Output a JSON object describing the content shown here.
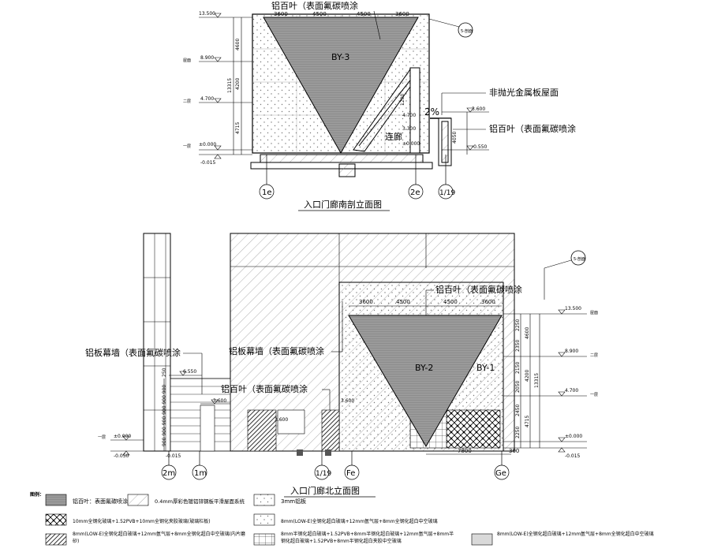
{
  "south": {
    "title": "入口门廊南剖立面图",
    "levels": [
      "13.500",
      "8.900",
      "4.700",
      "±0.000",
      "-0.015"
    ],
    "level_tags": [
      "屋面",
      "二层",
      "一层"
    ],
    "top_dims": [
      "3600",
      "4500",
      "4500",
      "3600"
    ],
    "side_dims": [
      "4600",
      "4200",
      "13315",
      "4715"
    ],
    "panel_label": "BY-3",
    "callout_louver_top": "铝百叶（表面氟碳喷涂",
    "callout_roof": "非抛光金属板屋面",
    "callout_louver_right": "铝百叶（表面氟碳喷涂",
    "corridor_label": "连廊",
    "slope": "2%",
    "small_levels": [
      "3.600",
      "4.700",
      "3.300",
      "±0.000",
      "-0.550"
    ],
    "small_dims": [
      "1200",
      "4050"
    ],
    "section_tag": "5-剖面",
    "axes": [
      "1e",
      "2e",
      "1/19"
    ]
  },
  "north": {
    "title": "入口门廊北立面图",
    "levels_right": [
      "13.500",
      "8.900",
      "4.700",
      "±0.000",
      "-0.015"
    ],
    "levels_left": [
      "6.550",
      "3.600",
      "±0.000",
      "-0.050",
      "-0.015",
      "3.600",
      "3.600"
    ],
    "level_tags": [
      "屋面",
      "二层",
      "一层"
    ],
    "top_dims": [
      "3600",
      "4500",
      "4500",
      "3600"
    ],
    "right_dims": [
      "2250",
      "2350",
      "2150",
      "2050",
      "2450",
      "2250",
      "4600",
      "4200",
      "13315",
      "4715"
    ],
    "bottom_dims": [
      "7800",
      "300"
    ],
    "left_dims": [
      "250",
      "900 900 900 900 900 900"
    ],
    "panel_labels": [
      "BY-2",
      "BY-1"
    ],
    "callout_curtain_left": "铝板幕墙（表面氟碳喷涂",
    "callout_curtain_mid": "铝板幕墙（表面氟碳喷涂",
    "callout_louver_mid": "铝百叶（表面氟碳喷涂",
    "callout_louver_top": "铝百叶（表面氟碳喷涂",
    "section_tag": "5-剖面",
    "axes": [
      "2m",
      "1m",
      "1/19",
      "Fe",
      "Ge"
    ]
  },
  "legend": {
    "title": "图例：",
    "items": [
      "铝百叶：表面氟碳喷涂",
      "0.4mm厚彩色镀铝锌钢板平滑屋面系统",
      "3mm铝板",
      "10mm全钢化玻璃+1.52PVB+10mm全钢化夹胶玻璃(玻璃栏板)",
      "8mm(LOW-E)全钢化超白玻璃+12mm氩气层+8mm全钢化超白中空玻璃",
      "8mm(LOW-E)全钢化超白玻璃+12mm氩气层+8mm全钢化超白中空玻璃(内片磨砂)",
      "8mm半钢化超白玻璃+1.52PVB+8mm半钢化超白玻璃+12mm氩气层+8mm半钢化超白玻璃+1.52PVB+8mm半钢化超白夹胶中空玻璃",
      "8mm(LOW-E)全钢化超白玻璃+12mm氩气层+8mm全钢化超白中空玻璃"
    ]
  }
}
